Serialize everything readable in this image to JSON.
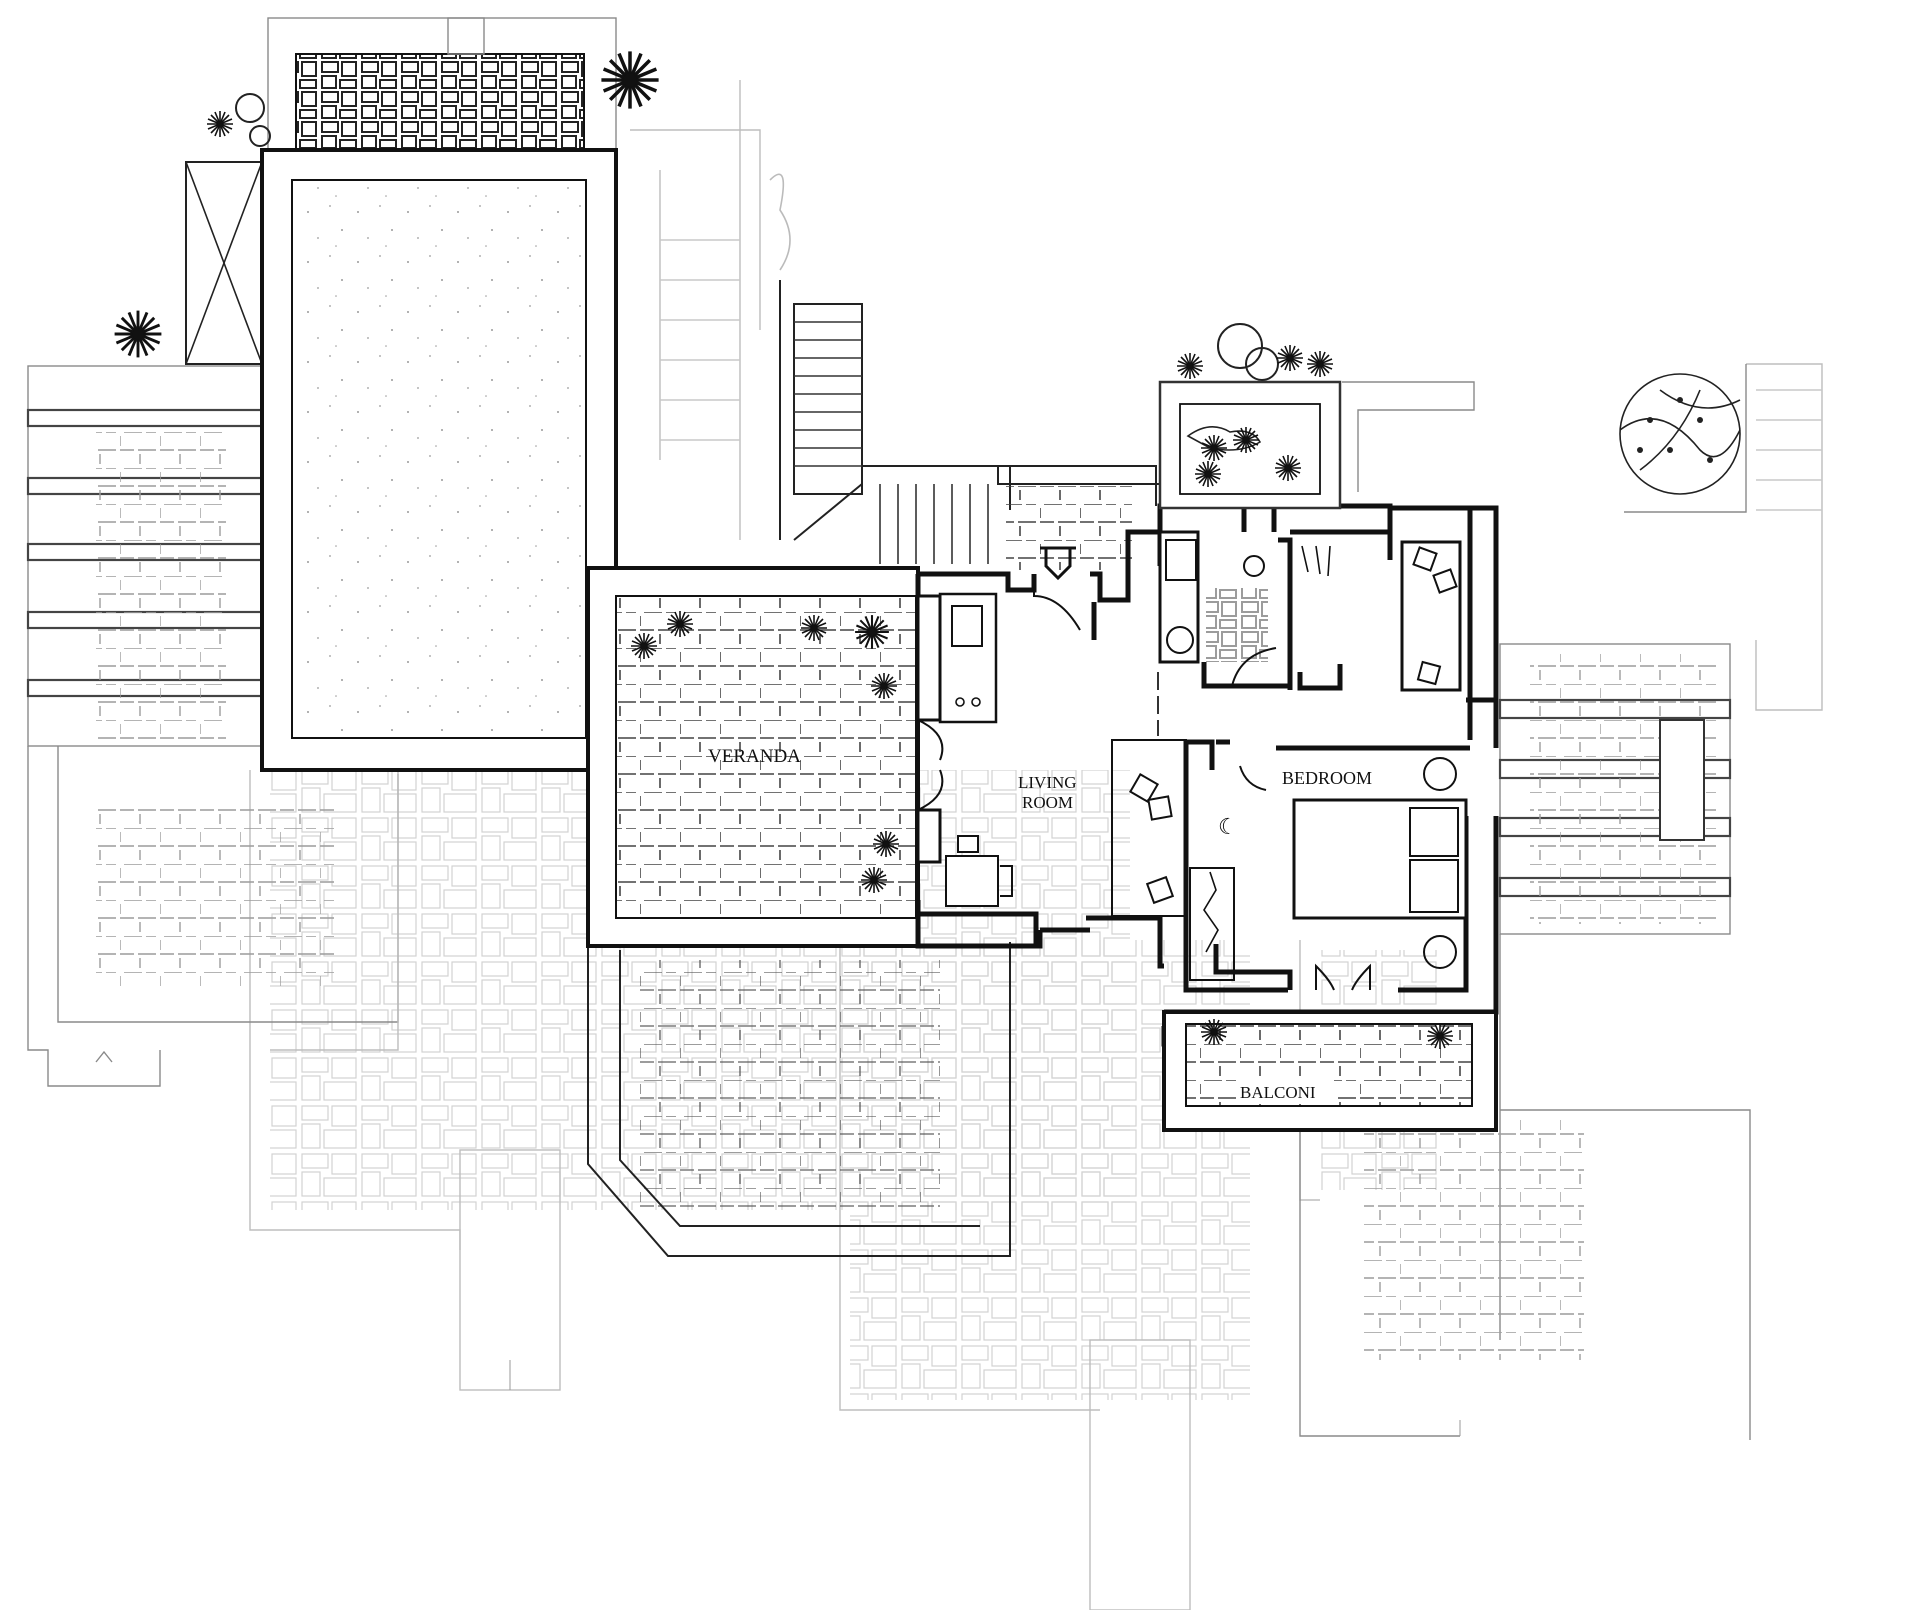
{
  "diagram": {
    "type": "architectural floor plan",
    "background": "#ffffff",
    "line_color": "#111111",
    "secondary_line_color": "#bdbdbd"
  },
  "rooms": {
    "veranda": "VERANDA",
    "living_room_line1": "LIVING",
    "living_room_line2": "ROOM",
    "bedroom": "BEDROOM",
    "balcony": "BALCONI"
  },
  "elements": {
    "pool": "swimming-pool",
    "entrance_arrow": "entrance",
    "stairs": [
      "stairs-top",
      "stairs-entry",
      "stairs-bottom-left",
      "stairs-bottom-center",
      "stairs-right"
    ]
  }
}
